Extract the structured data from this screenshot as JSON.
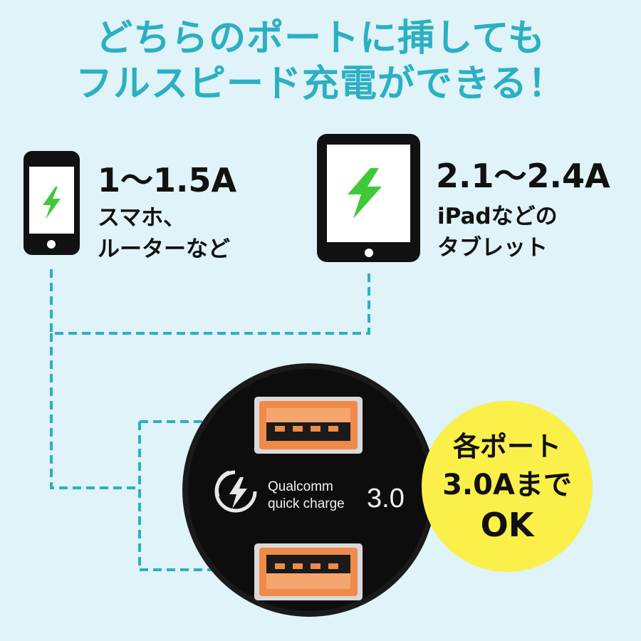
{
  "headline": {
    "line1": "どちらのポートに挿しても",
    "line2": "フルスピード充電ができる！"
  },
  "phone": {
    "current": "1～1.5A",
    "desc_line1": "スマホ、",
    "desc_line2": "ルーターなど",
    "icon": "smartphone-charging-icon"
  },
  "tablet": {
    "current": "2.1～2.4A",
    "desc_line1": "iPadなどの",
    "desc_line2": "タブレット",
    "icon": "tablet-charging-icon"
  },
  "charger": {
    "brand": "Qualcomm",
    "subtitle": "quick charge",
    "version": "3.0"
  },
  "badge": {
    "line1": "各ポート",
    "line2": "3.0Aまで",
    "line3": "OK"
  },
  "colors": {
    "background": "#dff3f8",
    "accent": "#2bb0c2",
    "bolt": "#3fc93a",
    "badge": "#fbef4a",
    "port": "#f08a4a"
  }
}
